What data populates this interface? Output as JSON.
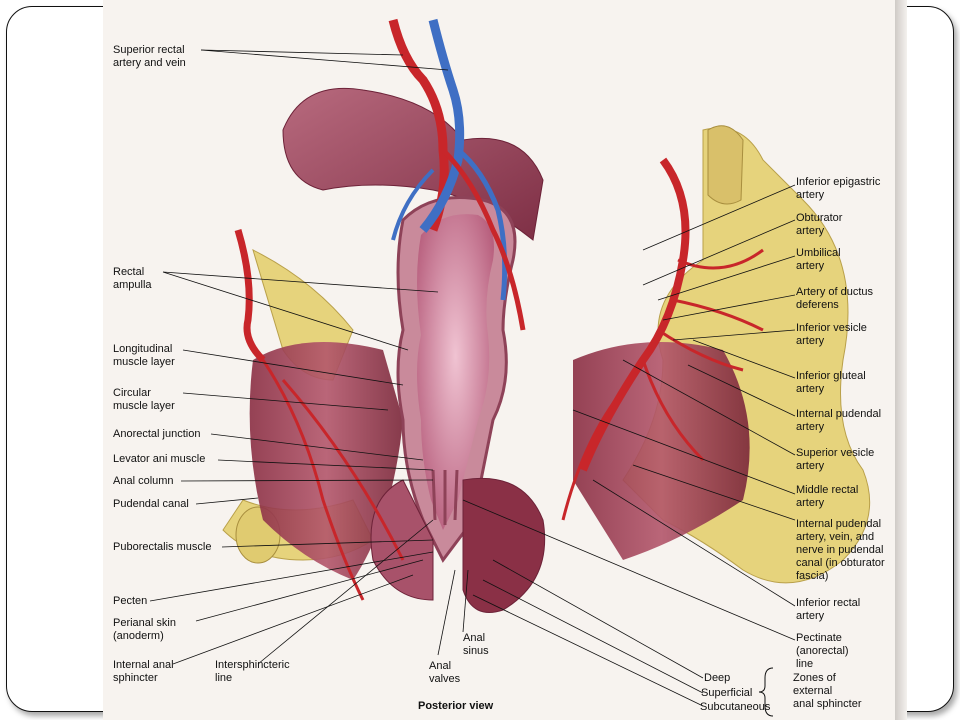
{
  "colors": {
    "artery": "#c8262a",
    "vein": "#3f6fc4",
    "muscle": "#9b3b4f",
    "mucosa": "#d58ea8",
    "bone": "#e4d27a",
    "plate": "#f7f3ef"
  },
  "labels_left": [
    {
      "id": "superior-rectal",
      "text": "Superior rectal\nartery and vein"
    },
    {
      "id": "rectal-ampulla",
      "text": "Rectal\nampulla"
    },
    {
      "id": "longitudinal-muscle",
      "text": "Longitudinal\nmuscle layer"
    },
    {
      "id": "circular-muscle",
      "text": "Circular\nmuscle layer"
    },
    {
      "id": "anorectal-junction",
      "text": "Anorectal junction"
    },
    {
      "id": "levator-ani",
      "text": "Levator ani muscle"
    },
    {
      "id": "anal-column",
      "text": "Anal column"
    },
    {
      "id": "pudendal-canal",
      "text": "Pudendal canal"
    },
    {
      "id": "puborectalis",
      "text": "Puborectalis muscle"
    },
    {
      "id": "pecten",
      "text": "Pecten"
    },
    {
      "id": "perianal-skin",
      "text": "Perianal skin\n(anoderm)"
    },
    {
      "id": "internal-anal-sphincter",
      "text": "Internal anal\nsphincter"
    }
  ],
  "labels_bottom": [
    {
      "id": "intersphincteric-line",
      "text": "Intersphincteric\nline"
    },
    {
      "id": "anal-valves",
      "text": "Anal\nvalves"
    },
    {
      "id": "anal-sinus",
      "text": "Anal\nsinus"
    },
    {
      "id": "deep",
      "text": "Deep"
    },
    {
      "id": "superficial",
      "text": "Superficial"
    },
    {
      "id": "subcutaneous",
      "text": "Subcutaneous"
    },
    {
      "id": "zones-external",
      "text": "Zones of\nexternal\nanal sphincter"
    }
  ],
  "labels_right": [
    {
      "id": "inferior-epigastric",
      "text": "Inferior epigastric\nartery"
    },
    {
      "id": "obturator",
      "text": "Obturator\nartery"
    },
    {
      "id": "umbilical",
      "text": "Umbilical\nartery"
    },
    {
      "id": "ductus-deferens",
      "text": "Artery of ductus\ndeferens"
    },
    {
      "id": "inferior-vesicle",
      "text": "Inferior vesicle\nartery"
    },
    {
      "id": "inferior-gluteal",
      "text": "Inferior gluteal\nartery"
    },
    {
      "id": "internal-pudendal",
      "text": "Internal pudendal\nartery"
    },
    {
      "id": "superior-vesicle",
      "text": "Superior vesicle\nartery"
    },
    {
      "id": "middle-rectal",
      "text": "Middle rectal\nartery"
    },
    {
      "id": "internal-pudendal-nerve",
      "text": "Internal pudendal\nartery, vein, and\nnerve in pudendal\ncanal (in obturator\nfascia)"
    },
    {
      "id": "inferior-rectal",
      "text": "Inferior rectal\nartery"
    },
    {
      "id": "pectinate-line",
      "text": "Pectinate (anorectal)\nline"
    }
  ],
  "caption": "Posterior view"
}
